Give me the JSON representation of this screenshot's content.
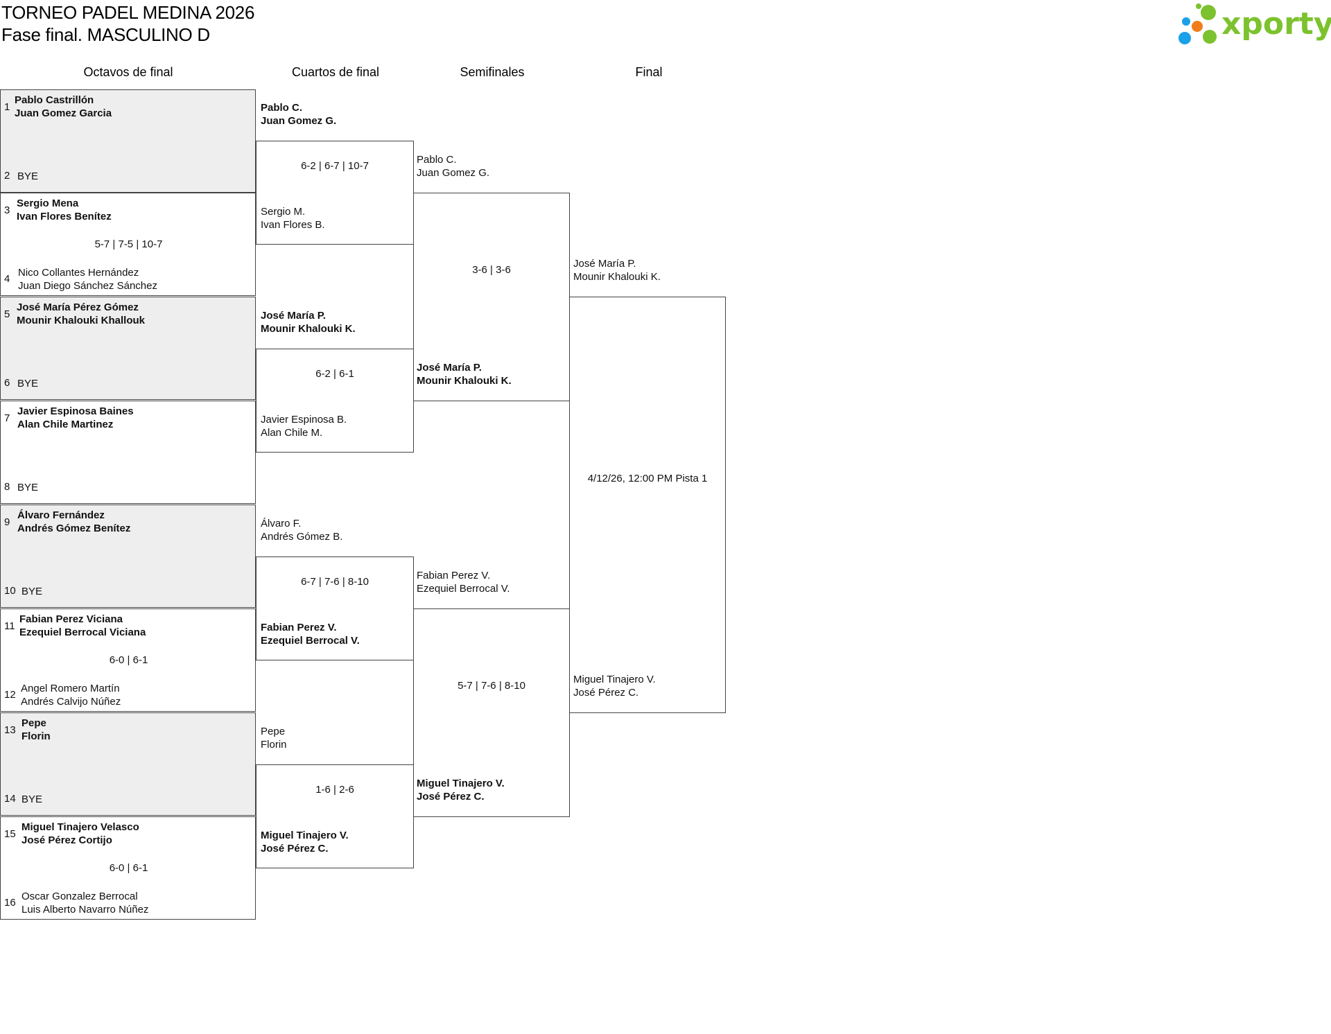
{
  "header": {
    "title": "TORNEO PADEL MEDINA 2026",
    "subtitle": "Fase final. MASCULINO D",
    "logo_text": "xporty",
    "logo_colors": [
      "#7cc22e",
      "#f07d1a",
      "#1aa0e8"
    ]
  },
  "rounds": [
    "Octavos de final",
    "Cuartos de final",
    "Semifinales",
    "Final"
  ],
  "round_of_16": [
    {
      "seed_a": "1",
      "team_a": [
        "Pablo Castrillón",
        "Juan Gomez Garcia"
      ],
      "seed_b": "2",
      "team_b": [
        "BYE"
      ],
      "score": "",
      "winner": "a"
    },
    {
      "seed_a": "3",
      "team_a": [
        "Sergio Mena",
        "Ivan Flores Benítez"
      ],
      "seed_b": "4",
      "team_b": [
        "Nico Collantes Hernández",
        "Juan Diego Sánchez Sánchez"
      ],
      "score": "5-7 | 7-5 | 10-7",
      "winner": "a"
    },
    {
      "seed_a": "5",
      "team_a": [
        "José María Pérez Gómez",
        "Mounir Khalouki Khallouk"
      ],
      "seed_b": "6",
      "team_b": [
        "BYE"
      ],
      "score": "",
      "winner": "a"
    },
    {
      "seed_a": "7",
      "team_a": [
        "Javier Espinosa Baines",
        "Alan Chile Martinez"
      ],
      "seed_b": "8",
      "team_b": [
        "BYE"
      ],
      "score": "",
      "winner": "a"
    },
    {
      "seed_a": "9",
      "team_a": [
        "Álvaro Fernández",
        "Andrés Gómez Benítez"
      ],
      "seed_b": "10",
      "team_b": [
        "BYE"
      ],
      "score": "",
      "winner": "a"
    },
    {
      "seed_a": "11",
      "team_a": [
        "Fabian Perez Viciana",
        "Ezequiel Berrocal Viciana"
      ],
      "seed_b": "12",
      "team_b": [
        "Angel Romero Martín",
        "Andrés Calvijo Núñez"
      ],
      "score": "6-0 | 6-1",
      "winner": "a"
    },
    {
      "seed_a": "13",
      "team_a": [
        "Pepe",
        "Florin"
      ],
      "seed_b": "14",
      "team_b": [
        "BYE"
      ],
      "score": "",
      "winner": "a"
    },
    {
      "seed_a": "15",
      "team_a": [
        "Miguel Tinajero Velasco",
        "José Pérez Cortijo"
      ],
      "seed_b": "16",
      "team_b": [
        "Oscar Gonzalez Berrocal",
        "Luis Alberto Navarro Núñez"
      ],
      "score": "6-0 | 6-1",
      "winner": "a"
    }
  ],
  "quarterfinals": [
    {
      "team_a": [
        "Pablo C.",
        "Juan Gomez G."
      ],
      "team_b": [
        "Sergio M.",
        "Ivan Flores B."
      ],
      "score": "6-2 | 6-7 | 10-7",
      "winner": "a"
    },
    {
      "team_a": [
        "José María P.",
        "Mounir Khalouki K."
      ],
      "team_b": [
        "Javier Espinosa B.",
        "Alan Chile M."
      ],
      "score": "6-2 | 6-1",
      "winner": "a"
    },
    {
      "team_a": [
        "Álvaro F.",
        "Andrés Gómez B."
      ],
      "team_b": [
        "Fabian Perez V.",
        "Ezequiel Berrocal V."
      ],
      "score": "6-7 | 7-6 | 8-10",
      "winner": "b"
    },
    {
      "team_a": [
        "Pepe",
        "Florin"
      ],
      "team_b": [
        "Miguel Tinajero V.",
        "José Pérez C."
      ],
      "score": "1-6 | 2-6",
      "winner": "b"
    }
  ],
  "semifinals": [
    {
      "team_a": [
        "Pablo C.",
        "Juan Gomez G."
      ],
      "team_b": [
        "José María P.",
        "Mounir Khalouki K."
      ],
      "score": "3-6 | 3-6",
      "winner": "b"
    },
    {
      "team_a": [
        "Fabian Perez V.",
        "Ezequiel Berrocal V."
      ],
      "team_b": [
        "Miguel Tinajero V.",
        "José Pérez C."
      ],
      "score": "5-7 | 7-6 | 8-10",
      "winner": "b"
    }
  ],
  "final": {
    "team_a": [
      "José María P.",
      "Mounir Khalouki K."
    ],
    "team_b": [
      "Miguel Tinajero V.",
      "José Pérez C."
    ],
    "info": "4/12/26, 12:00 PM Pista 1"
  }
}
